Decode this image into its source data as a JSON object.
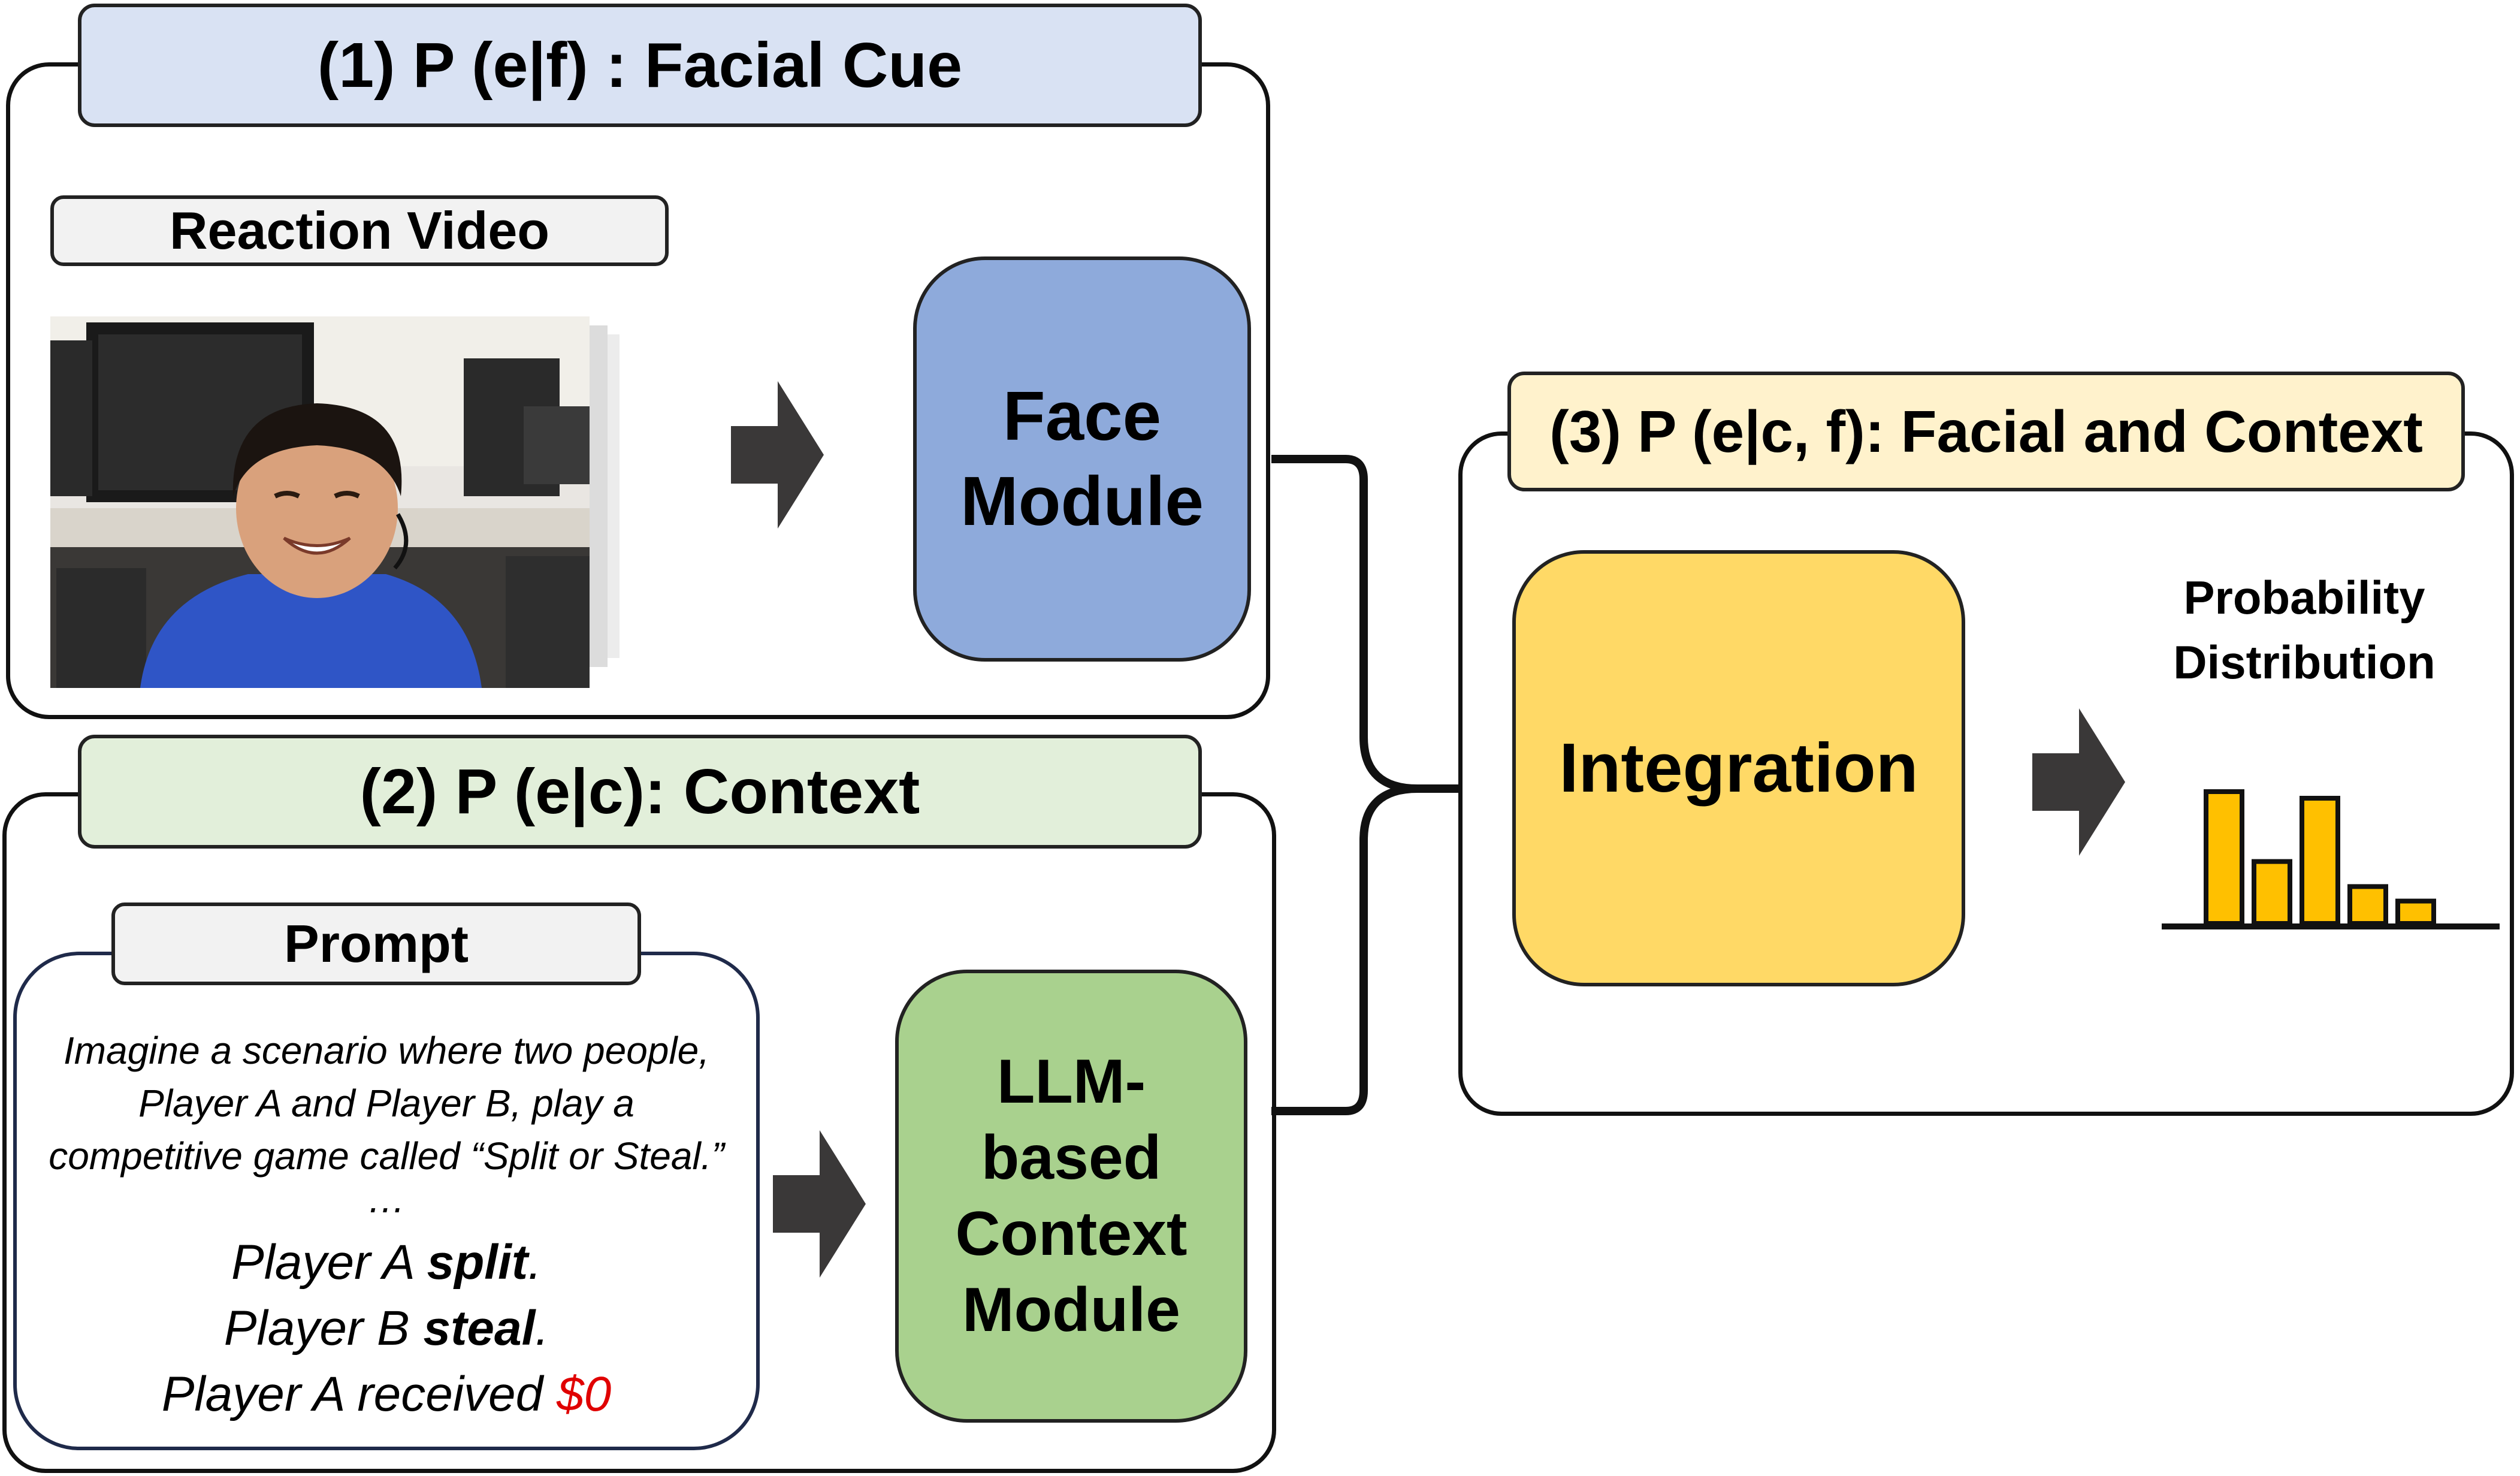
{
  "sections": {
    "facial": {
      "title": "(1) P (e|f) : Facial Cue"
    },
    "context": {
      "title": "(2) P (e|c): Context"
    },
    "integration": {
      "title": "(3) P (e|c, f): Facial and Context"
    }
  },
  "reaction_video": {
    "label": "Reaction Video"
  },
  "face_module": {
    "line1": "Face",
    "line2": "Module"
  },
  "prompt": {
    "label": "Prompt",
    "line1": "Imagine a scenario where two people,",
    "line2": "Player A and Player B, play a",
    "line3": "competitive game called “Split or Steal.”",
    "ellipsis": "…",
    "line4_pre": "Player A ",
    "line4_bold": "split",
    "line4_post": ".",
    "line5_pre": "Player B ",
    "line5_bold": "steal",
    "line5_post": ".",
    "line6_pre": "Player A received ",
    "line6_red": "$0"
  },
  "llm_module": {
    "line1": "LLM-",
    "line2": "based",
    "line3": "Context",
    "line4": "Module"
  },
  "integration_module": {
    "label": "Integration"
  },
  "distribution": {
    "line1": "Probability",
    "line2": "Distribution",
    "bar_values": [
      1.0,
      0.47,
      0.95,
      0.28,
      0.17
    ],
    "bar_color": "#ffc000"
  },
  "colors": {
    "facial_tab": "#d9e2f3",
    "context_tab": "#e2efda",
    "integration_tab": "#fff2cc",
    "face_module": "#8eaadb",
    "llm_module": "#a9d18e",
    "integration_module": "#ffd966",
    "arrow": "#3a3838",
    "highlight": "#e00000"
  },
  "icons": [
    "right-arrow-icon",
    "curly-brace-connector",
    "video-frame-image",
    "bar-chart-icon"
  ]
}
